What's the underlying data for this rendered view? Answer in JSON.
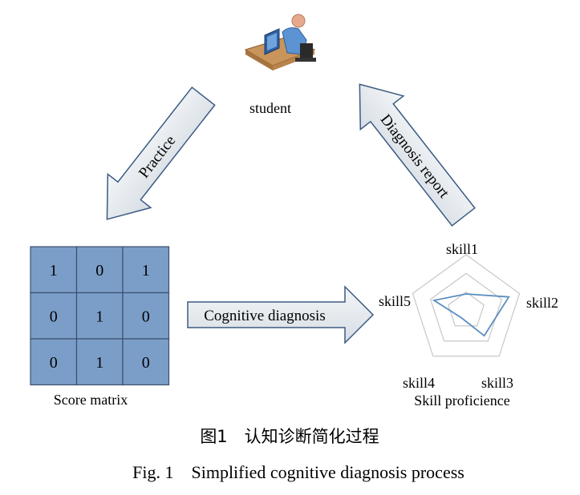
{
  "student": {
    "label": "student"
  },
  "arrows": {
    "practice": "Practice",
    "diagnosis_report": "Diagnosis report",
    "cognitive_diagnosis": "Cognitive diagnosis"
  },
  "score_matrix": {
    "rows": [
      [
        "1",
        "0",
        "1"
      ],
      [
        "0",
        "1",
        "0"
      ],
      [
        "0",
        "1",
        "0"
      ]
    ],
    "caption": "Score matrix"
  },
  "radar": {
    "skills": [
      "skill1",
      "skill2",
      "skill3",
      "skill4",
      "skill5"
    ],
    "proficiency": [
      0.3,
      0.8,
      0.55,
      0.15,
      0.6
    ],
    "caption": "Skill proficience"
  },
  "figure_caption": {
    "chinese": "图1　认知诊断简化过程",
    "english": "Fig. 1　Simplified cognitive diagnosis process"
  },
  "colors": {
    "matrix_fill": "#7b9ec8",
    "matrix_border": "#3a4f6e",
    "arrow_fill": "#e4e9ee",
    "arrow_stroke": "#3b5a82",
    "radar_line": "#5a8fc0",
    "radar_grid": "#c8c8c8"
  }
}
